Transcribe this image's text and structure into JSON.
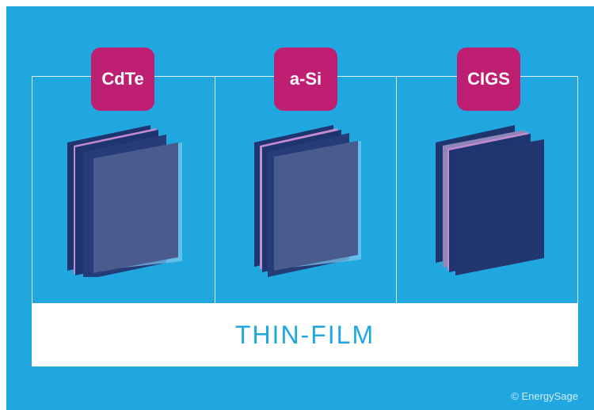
{
  "colors": {
    "background": "#21a7e0",
    "badge": "#bf1f73",
    "panel_dark": "#1e3570",
    "panel_glass": "#4a5b8d",
    "accent_line": "#c58ad0",
    "banner_text": "#21a7e0"
  },
  "columns": [
    {
      "label": "CdTe"
    },
    {
      "label": "a-Si"
    },
    {
      "label": "CIGS"
    }
  ],
  "banner": {
    "title": "THIN-FILM"
  },
  "credit": "© EnergySage"
}
